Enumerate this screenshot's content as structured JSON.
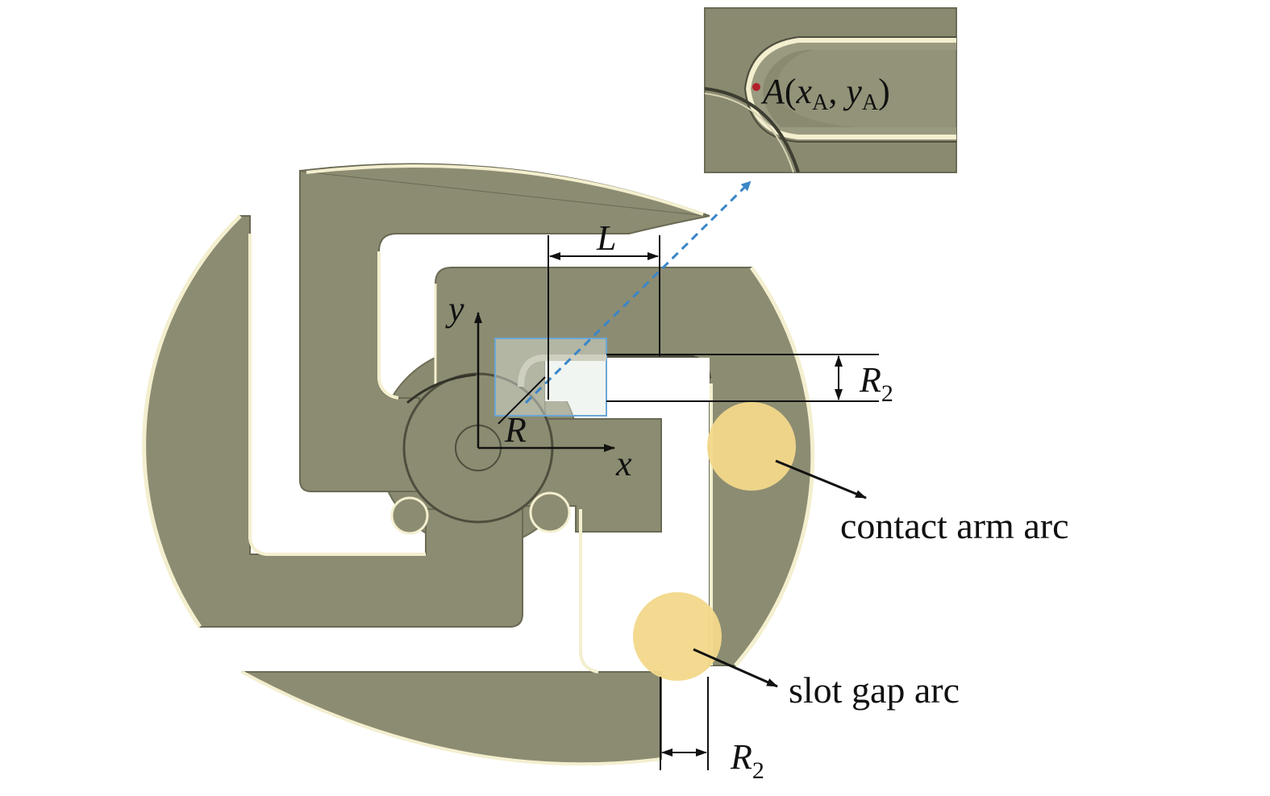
{
  "colors": {
    "metal": "#8c8c72",
    "metal_dark": "#6f6f58",
    "bevel": "#f3efcf",
    "highlight": "#f2d88a",
    "arrow_blue": "#3a86c8",
    "line": "#111111",
    "box_blue": "#6aa6d6"
  },
  "labels": {
    "dim_L": "L",
    "axis_y": "y",
    "axis_x": "x",
    "radius_R": "R",
    "dim_R2_top": {
      "main": "R",
      "sub": "2"
    },
    "dim_R2_bottom": {
      "main": "R",
      "sub": "2"
    },
    "contact_arm_arc": "contact arm arc",
    "slot_gap_arc": "slot gap arc",
    "point_A": {
      "name": "A",
      "open": "(",
      "x": "x",
      "x_sub": "A",
      "comma": ", ",
      "y": "y",
      "y_sub": "A",
      "close": ")"
    }
  },
  "icons": [
    "red-dot-icon",
    "blue-dashed-arrow-icon",
    "dimension-arrow-icon"
  ]
}
